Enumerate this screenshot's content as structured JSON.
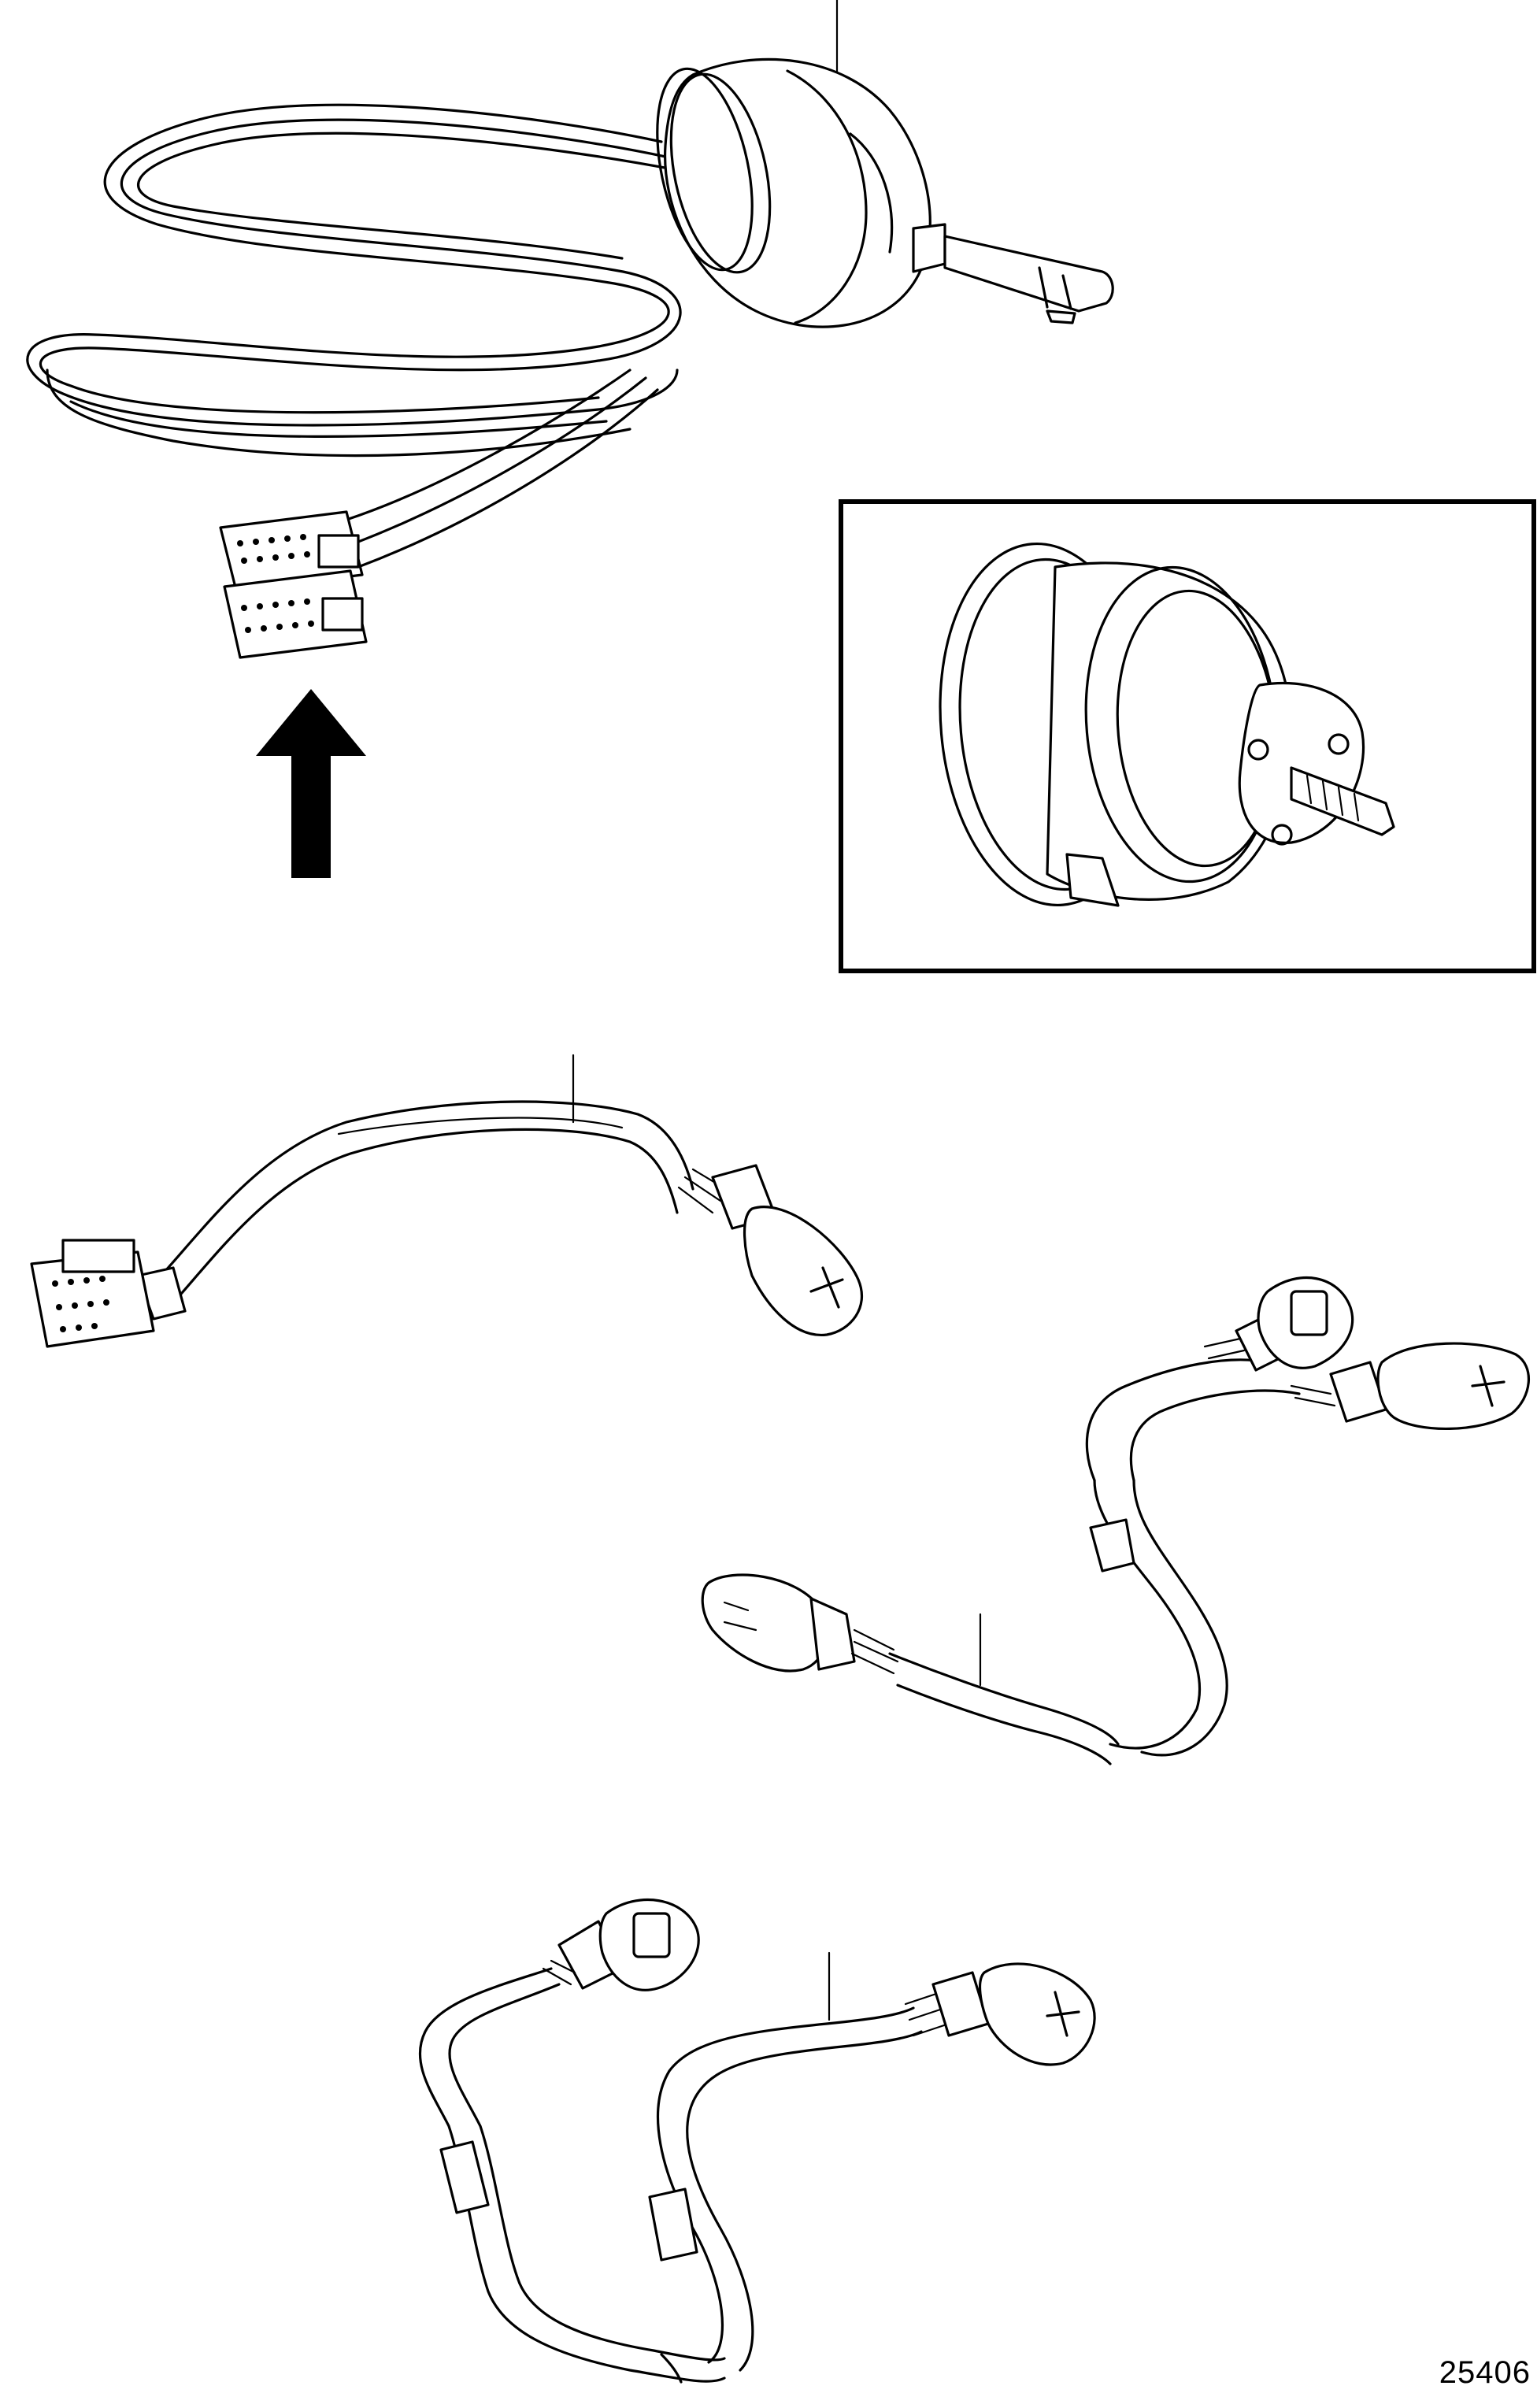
{
  "figure": {
    "reference_number": "25406",
    "parts": [
      {
        "id": "gauge-sender-with-harness",
        "icon": "gauge-sender-icon"
      },
      {
        "id": "connector-direction-arrow",
        "icon": "arrow-up-icon"
      },
      {
        "id": "inset-gauge-detail",
        "icon": "gauge-detail-icon"
      },
      {
        "id": "adapter-harness-straight",
        "icon": "harness-icon"
      },
      {
        "id": "adapter-harness-y",
        "icon": "y-harness-icon"
      },
      {
        "id": "adapter-harness-split",
        "icon": "split-harness-icon"
      }
    ],
    "line_color": "#000000",
    "background_color": "#ffffff"
  }
}
